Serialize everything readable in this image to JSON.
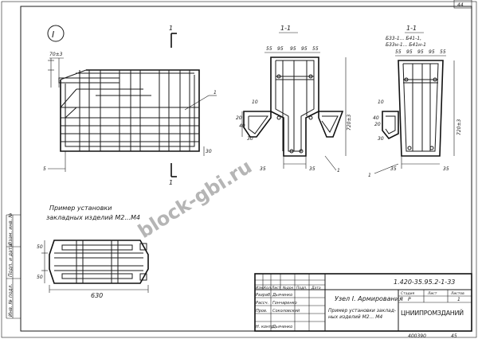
{
  "sheet": {
    "page_number": "44",
    "view_marker": "I",
    "view_label_left": "1-1",
    "view_label_right": "1-1",
    "right_section_lines": [
      "Б33-1... Б41-1,",
      "Б33н-1... Б41н-1"
    ],
    "note_line1": "Пример установки",
    "note_line2": "закладных изделий М2...М4",
    "watermark": "block-gbi.ru"
  },
  "dimensions": {
    "top_left": "70±3",
    "section_marker": "1",
    "dim_55": "55",
    "dim_95_a": "95",
    "dim_95_b": "95",
    "dim_95_c": "95",
    "dim_55_b": "55",
    "dim_55_r": "55",
    "dim_95_r1": "95",
    "dim_95_r2": "95",
    "dim_95_r3": "95",
    "dim_55_r2": "55",
    "dim_10": "10",
    "dim_20": "20",
    "dim_40": "40",
    "dim_30": "30",
    "dim_720": "720±3",
    "dim_720_r": "720±3",
    "dim_30_b": "30",
    "dim_35": "35",
    "dim_35_r": "35",
    "dim_5": "5",
    "dim_50_a": "50",
    "dim_50_b": "50",
    "dim_630": "630",
    "dim_35_l": "35",
    "dim_10_r": "10",
    "dim_20_r": "20",
    "dim_35_l2": "35"
  },
  "left_stamp": [
    "Инв. № подл.",
    "Подп. и дата",
    "Взам. инв. №"
  ],
  "title_block": {
    "doc_code": "1.420-35.95.2-1-33",
    "title_line1": "Узел I. Армирования",
    "title_line2": "Пример установки заклад-",
    "title_line3": "ных изделий М2... М4",
    "organization": "ЦНИИПРОМЗДАНИЙ",
    "header": [
      "Изм.",
      "Кол.",
      "Лист",
      "№док",
      "Подп.",
      "Дата"
    ],
    "rows": [
      {
        "role": "Разраб.",
        "name": "Дьяченко"
      },
      {
        "role": "Рассч.",
        "name": "Гончаренко"
      },
      {
        "role": "Пров.",
        "name": "Соколовский"
      },
      {
        "role": "",
        "name": ""
      },
      {
        "role": "Н. контр.",
        "name": "Дьяченко"
      }
    ],
    "stage_label": "Стадия",
    "sheet_label": "Лист",
    "sheets_label": "Листов",
    "stage_value": "Р",
    "sheets_value": "1",
    "bottom_code": "400390",
    "bottom_num": "45"
  }
}
